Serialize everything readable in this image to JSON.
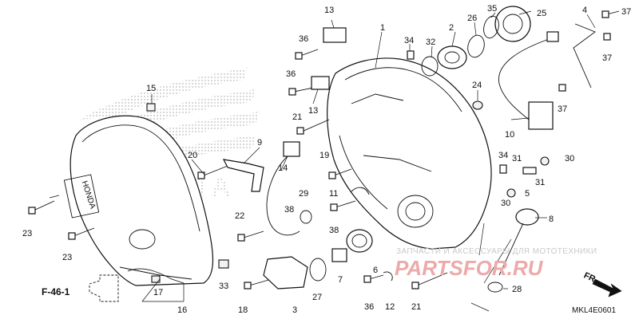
{
  "diagram": {
    "reference_code": "F-46-1",
    "direction_label": "FR.",
    "diagram_code": "MKL4E0601",
    "cover_brand": "HONDA",
    "watermark_brand": "HONDA",
    "watermark": {
      "caption": "ЗАПЧАСТИ И АКСЕССУАРЫ ДЛЯ МОТОТЕХНИКИ",
      "logo": "PARTSFOR.RU"
    },
    "callouts": [
      "1",
      "2",
      "3",
      "4",
      "5",
      "6",
      "7",
      "8",
      "9",
      "10",
      "11",
      "12",
      "13",
      "13",
      "14",
      "15",
      "16",
      "17",
      "18",
      "19",
      "20",
      "21",
      "21",
      "22",
      "23",
      "23",
      "24",
      "25",
      "26",
      "27",
      "28",
      "29",
      "30",
      "30",
      "31",
      "31",
      "32",
      "33",
      "34",
      "34",
      "35",
      "36",
      "36",
      "36",
      "37",
      "37",
      "37",
      "38",
      "38"
    ]
  },
  "colors": {
    "line": "#111111",
    "watermark_text": "#c9c9c9",
    "watermark_logo": "#ecaaaa",
    "background": "#ffffff"
  }
}
